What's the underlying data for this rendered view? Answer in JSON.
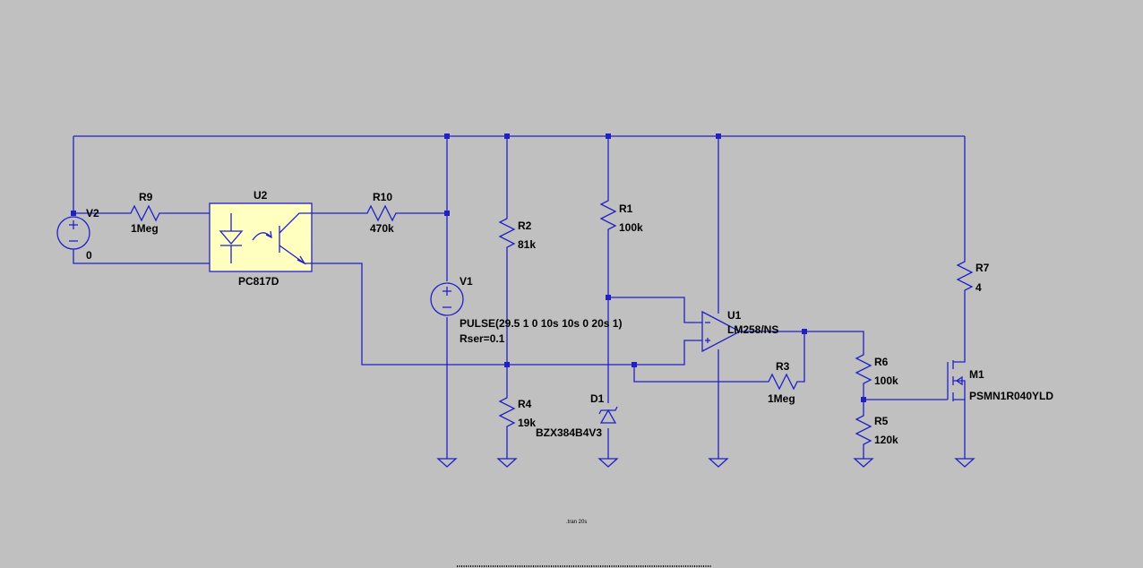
{
  "components": {
    "v2": {
      "ref": "V2",
      "value": "0"
    },
    "r9": {
      "ref": "R9",
      "value": "1Meg"
    },
    "u2": {
      "ref": "U2",
      "value": "PC817D"
    },
    "r10": {
      "ref": "R10",
      "value": "470k"
    },
    "v1": {
      "ref": "V1",
      "value": "PULSE(29.5 1 0 10s 10s 0 20s 1)",
      "rser": "Rser=0.1"
    },
    "r2": {
      "ref": "R2",
      "value": "81k"
    },
    "r4": {
      "ref": "R4",
      "value": "19k"
    },
    "r1": {
      "ref": "R1",
      "value": "100k"
    },
    "d1": {
      "ref": "D1",
      "value": "BZX384B4V3"
    },
    "u1": {
      "ref": "U1",
      "value": "LM258/NS"
    },
    "r3": {
      "ref": "R3",
      "value": "1Meg"
    },
    "r6": {
      "ref": "R6",
      "value": "100k"
    },
    "r5": {
      "ref": "R5",
      "value": "120k"
    },
    "r7": {
      "ref": "R7",
      "value": "4"
    },
    "m1": {
      "ref": "M1",
      "value": "PSMN1R040YLD"
    }
  },
  "directive": ".tran 20s",
  "colors": {
    "background": "#c0c0c0",
    "wire": "#2020c8",
    "opto_fill": "#ffffc0"
  }
}
